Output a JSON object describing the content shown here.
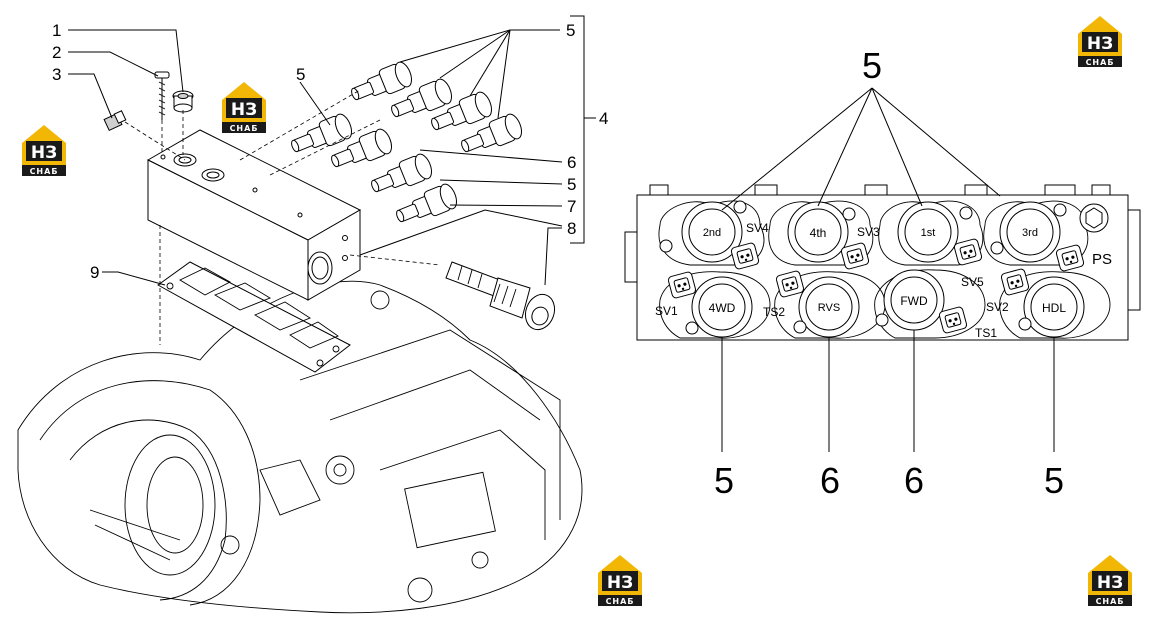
{
  "logo": {
    "top": "НЗ",
    "bottom": "СНАБ",
    "accent": "#f2b705",
    "dark": "#1a1a1a"
  },
  "exploded_callouts": [
    "1",
    "2",
    "3",
    "5",
    "5",
    "4",
    "6",
    "5",
    "7",
    "8",
    "9"
  ],
  "block_callouts": {
    "top": "5",
    "bottom": [
      "5",
      "6",
      "6",
      "5"
    ]
  },
  "solenoids": {
    "top_row": [
      "2nd",
      "4th",
      "1st",
      "3rd"
    ],
    "bottom_row": [
      "4WD",
      "RVS",
      "FWD",
      "HDL"
    ]
  },
  "connector_labels": [
    "SV4",
    "SV3",
    "SV5",
    "PS",
    "SV1",
    "TS2",
    "SV2",
    "TS1"
  ]
}
